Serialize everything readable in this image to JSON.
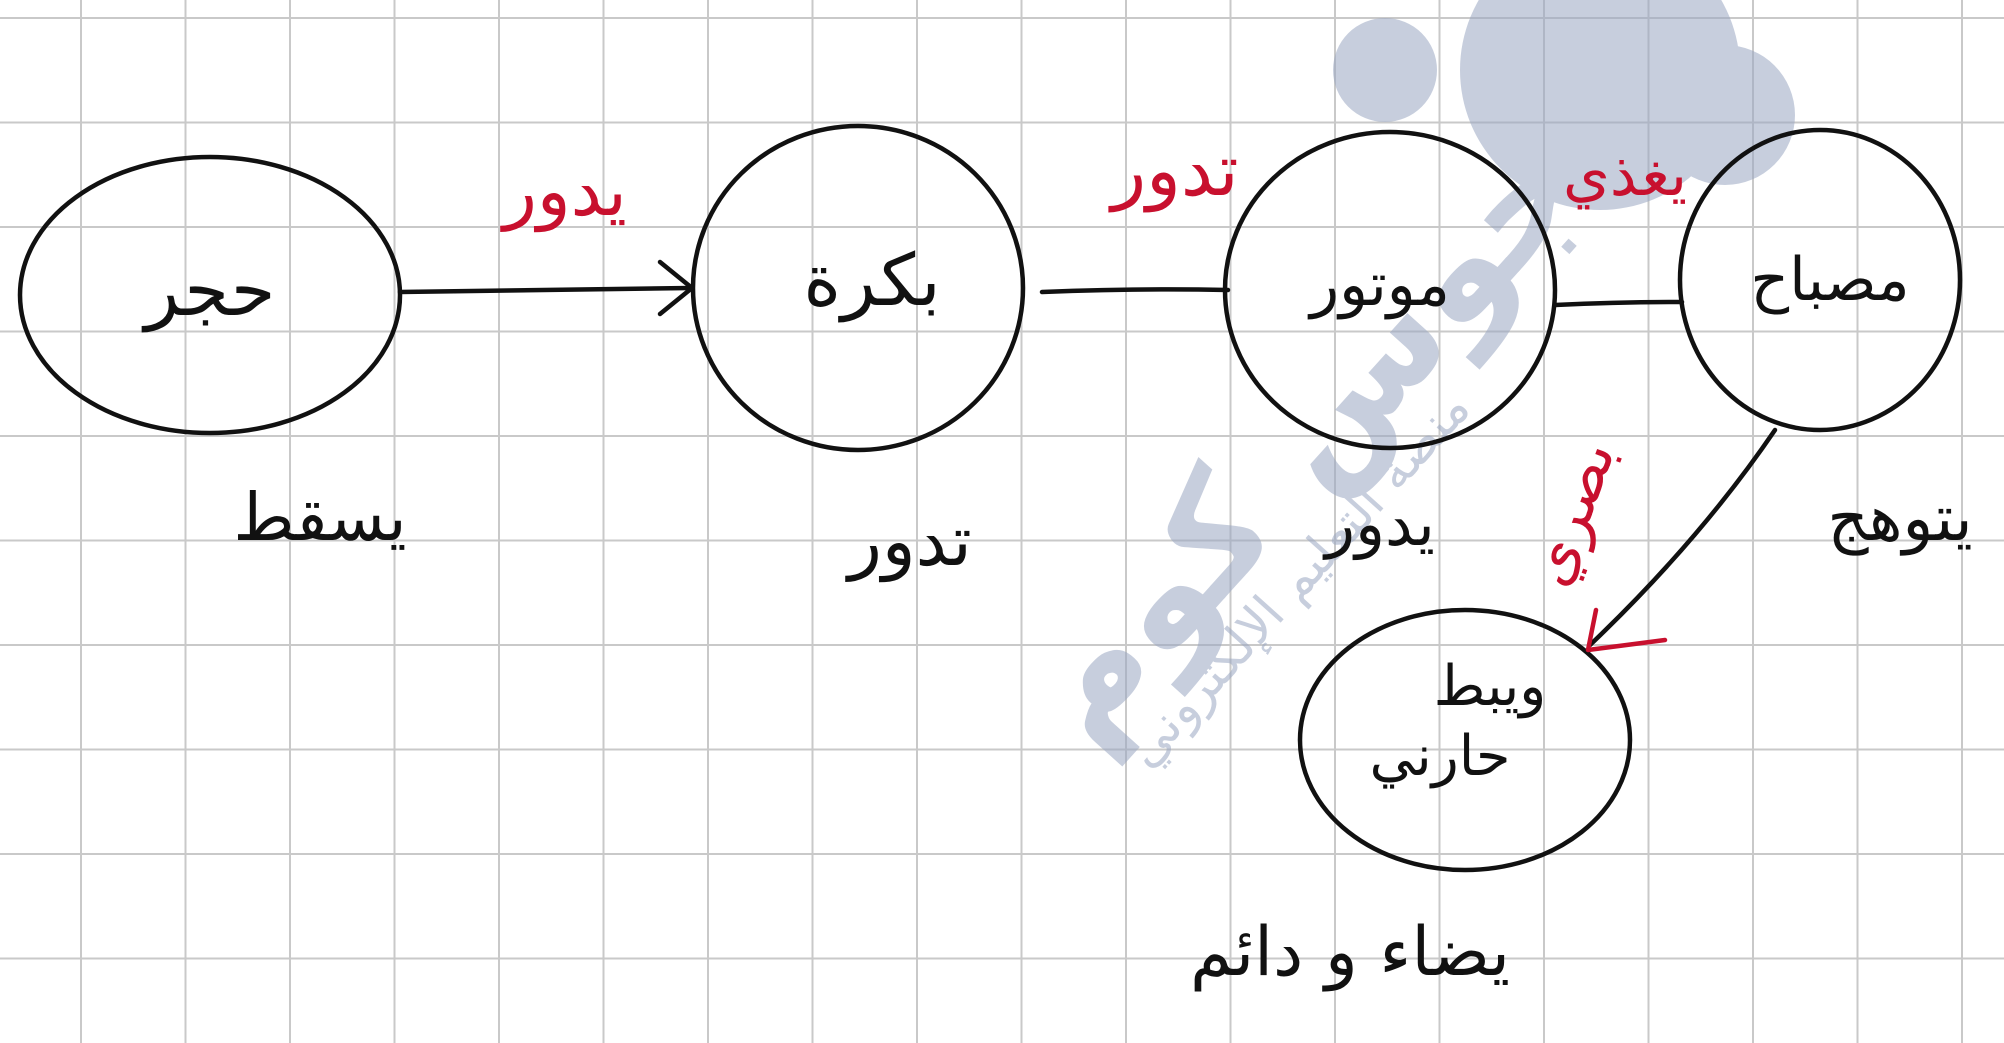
{
  "diagram": {
    "nodes": {
      "stone": {
        "label": "حجر",
        "caption": "يسقط"
      },
      "ball": {
        "label": "بكرة",
        "caption": "تدور"
      },
      "motor": {
        "label": "موتور",
        "caption": "يدور"
      },
      "lamp": {
        "label": "مصباح",
        "caption": "يتوهج"
      },
      "charge": {
        "label_line1": "ويبط",
        "label_line2": "حارني",
        "caption": "يضاء و دائم"
      }
    },
    "edges": {
      "stone_to_ball": "يدور",
      "ball_to_motor": "تدور",
      "motor_to_lamp": "يغذي",
      "lamp_to_charge": "بصري"
    }
  },
  "colors": {
    "ink": "#111111",
    "red_ink": "#c8102e",
    "grid": "#c9c9c9",
    "watermark": "#9aa7c2"
  },
  "watermark": {
    "line1": "جوس كوم",
    "line2": "منصة التعليم الإلكتروني"
  }
}
